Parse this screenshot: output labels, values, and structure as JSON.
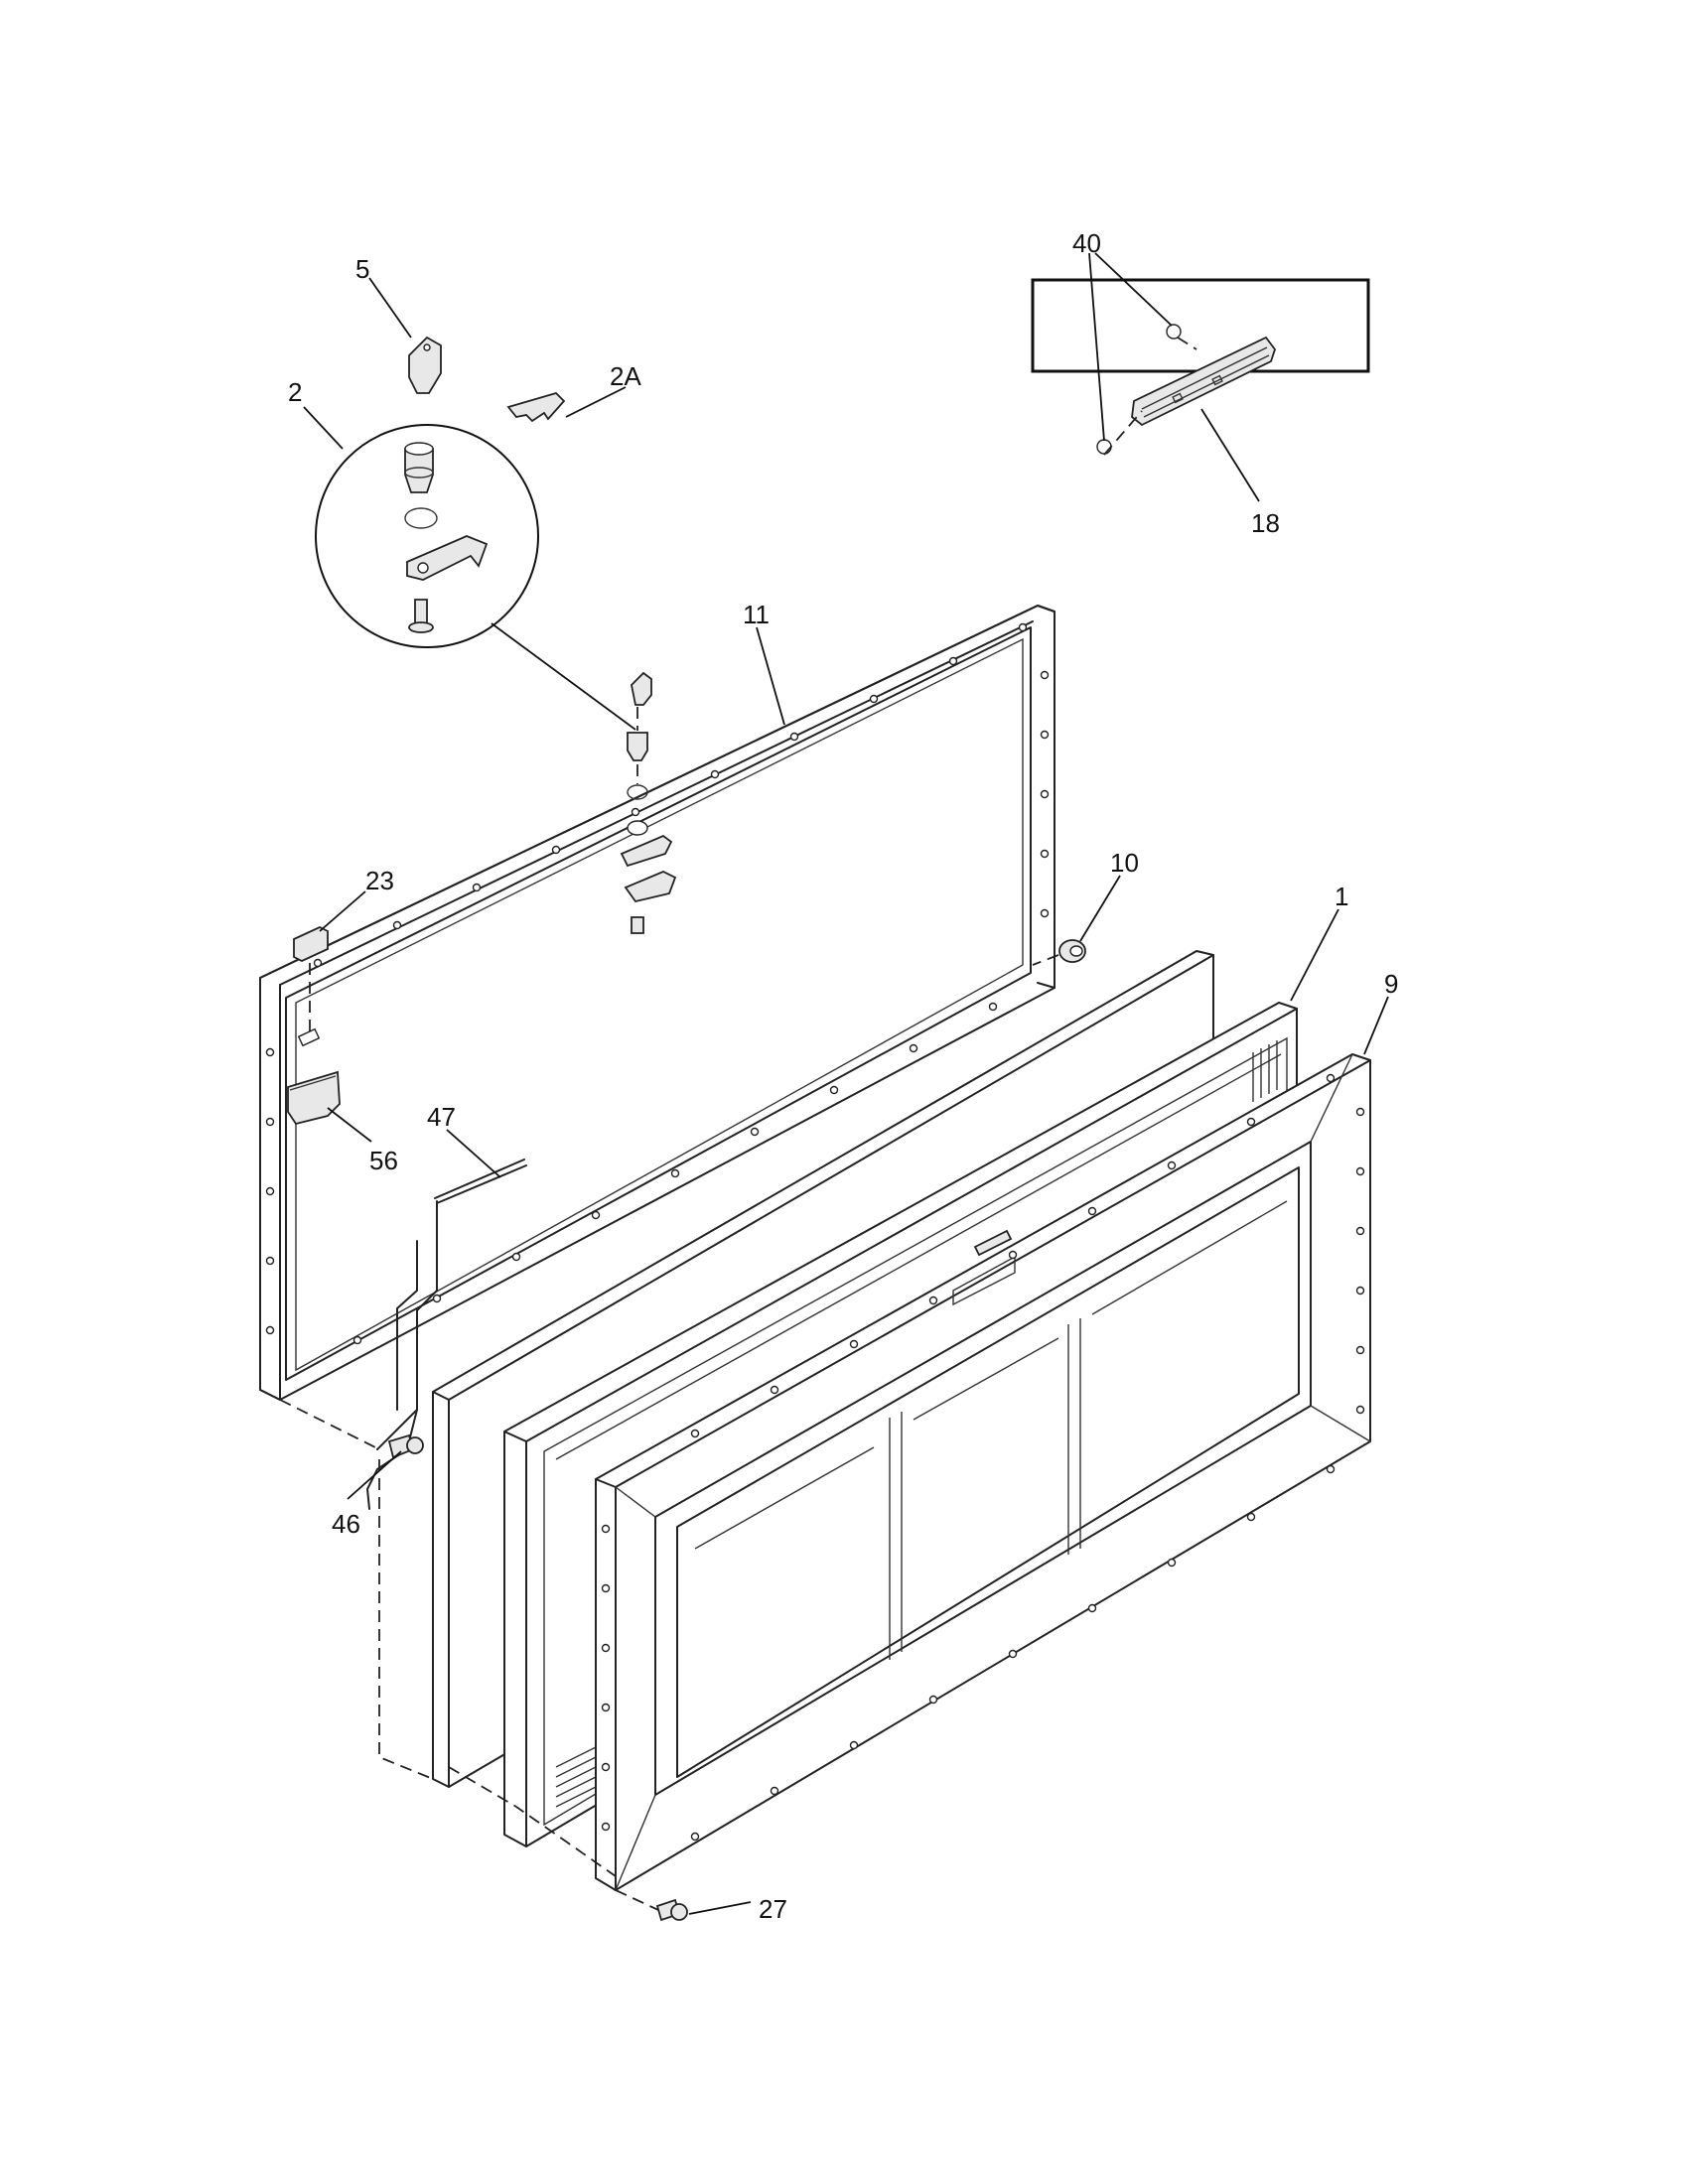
{
  "callouts": {
    "c5": "5",
    "c2a": "2A",
    "c2": "2",
    "c40": "40",
    "c18": "18",
    "c11": "11",
    "c23": "23",
    "c10": "10",
    "c1": "1",
    "c9": "9",
    "c47": "47",
    "c56": "56",
    "c46": "46",
    "c27": "27"
  }
}
